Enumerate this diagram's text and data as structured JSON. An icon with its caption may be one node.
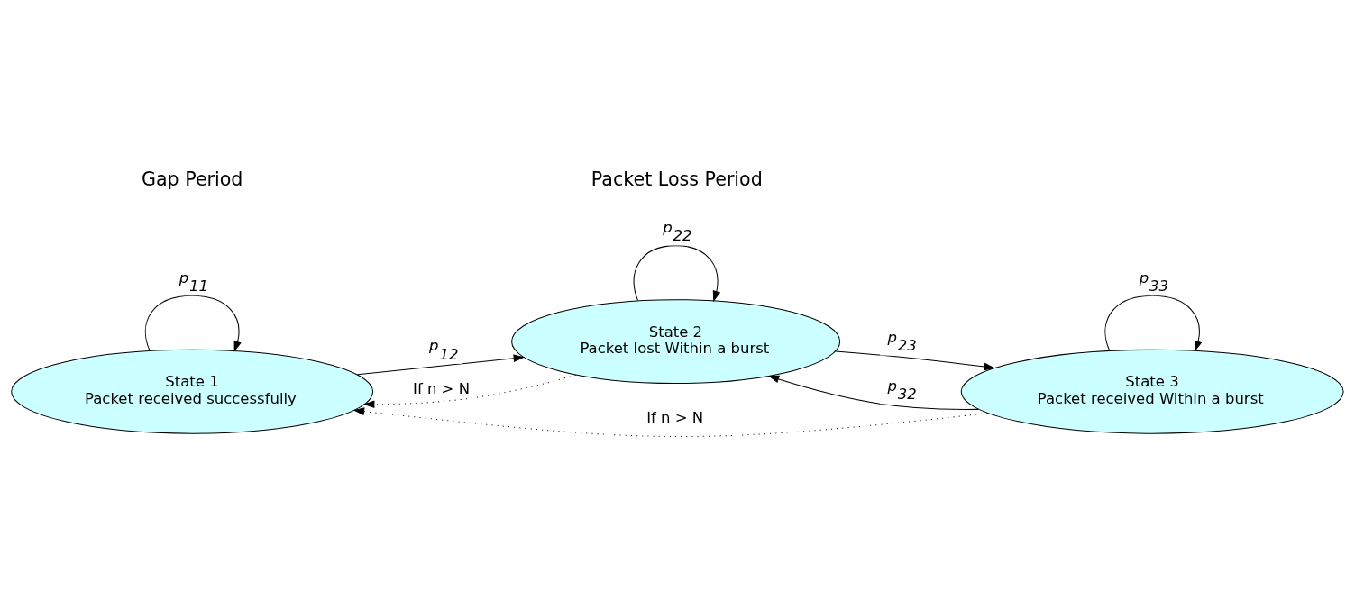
{
  "diagram": {
    "nodes": [
      {
        "text": [
          "State 1",
          "Packet received successfully"
        ]
      },
      {
        "text": [
          "State 2",
          "Packet lost Within a burst"
        ]
      },
      {
        "text": [
          "State 3",
          "Packet received Within a burst"
        ]
      }
    ],
    "edges": [
      {
        "from": 0,
        "to": 0,
        "arrow": "to",
        "label": "p$_{11}$"
      },
      {
        "from": 0,
        "to": 1,
        "arrow": "to",
        "label": "p$_{12}$"
      },
      {
        "from": 1,
        "to": 1,
        "arrow": "to",
        "label": "p$_{22}$"
      },
      {
        "from": 1,
        "to": 2,
        "arrow": "to",
        "label": "p$_{23}$"
      },
      {
        "from": 2,
        "to": 2,
        "arrow": "to",
        "label": "p$_{33}$"
      },
      {
        "from": 2,
        "to": 1,
        "arrow": "to",
        "label": "p$_{32}$"
      },
      {
        "from": 1,
        "to": 0,
        "arrow": "to",
        "label": "If n > N",
        "style": "dashed"
      },
      {
        "from": 2,
        "to": 0,
        "arrow": "to",
        "label": "If n > N",
        "style": "dashed"
      }
    ],
    "labels": [
      "Gap Period",
      "Packet Loss Period"
    ]
  }
}
